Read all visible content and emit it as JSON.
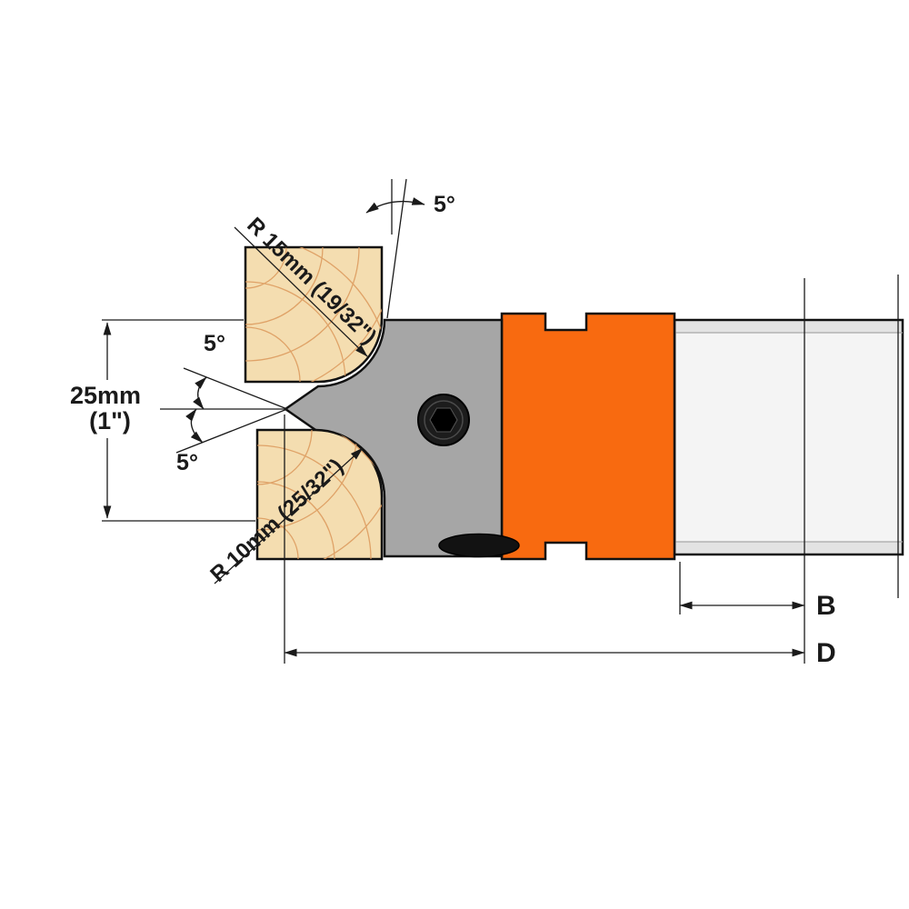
{
  "colors": {
    "wood": "#F4DDB0",
    "grain": "#DD9C60",
    "body_gray": "#A6A6A6",
    "clamp_orange": "#F86A10",
    "shaft_light": "#E3E3E3",
    "shaft_highlight": "#F4F4F4",
    "line": "#1A1A1A"
  },
  "labels": {
    "radius_top": "R 15mm (19/32\")",
    "radius_bottom": "R 10mm (25/32\")",
    "height_mm": "25mm",
    "height_in": "(1\")",
    "angle_shear": "5°",
    "angle_top_clearance": "5°",
    "angle_bottom_clearance": "5°",
    "dim_b": "B",
    "dim_d": "D"
  }
}
